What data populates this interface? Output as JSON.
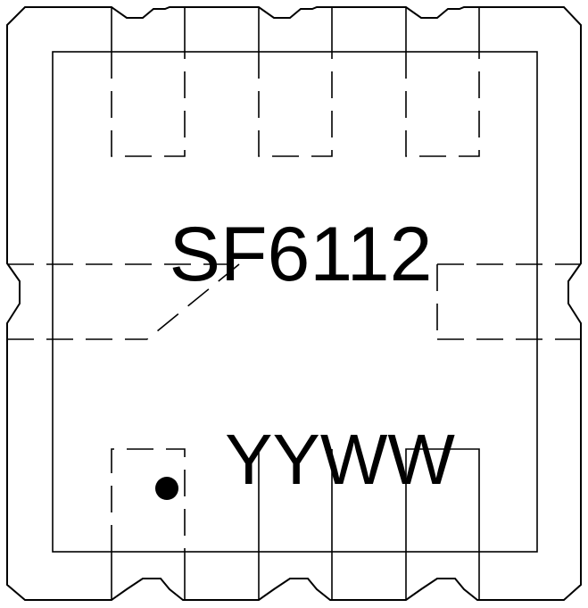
{
  "package": {
    "part_number": "SF6112",
    "date_code": "YYWW",
    "pin1_marker": "pin-1-dot"
  },
  "colors": {
    "ink": "#000000",
    "background": "#ffffff"
  }
}
